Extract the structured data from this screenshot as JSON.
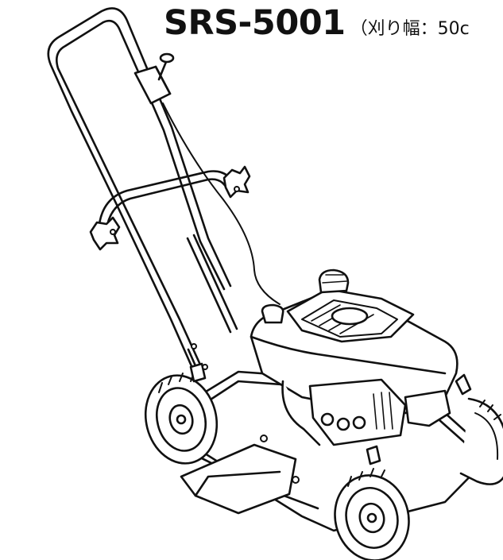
{
  "header": {
    "model": "SRS-5001",
    "cut_width": "（刈り幅：50c"
  },
  "illustration": {
    "subject": "lawn-mower",
    "line_color": "#111111",
    "fill_color": "#ffffff"
  }
}
